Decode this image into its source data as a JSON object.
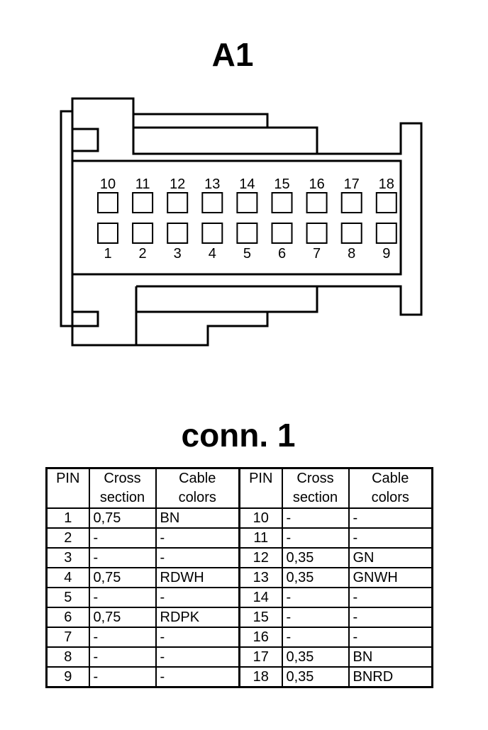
{
  "connector": {
    "title": "A1",
    "top_row_pins": [
      "10",
      "11",
      "12",
      "13",
      "14",
      "15",
      "16",
      "17",
      "18"
    ],
    "bottom_row_pins": [
      "1",
      "2",
      "3",
      "4",
      "5",
      "6",
      "7",
      "8",
      "9"
    ]
  },
  "table": {
    "title": "conn. 1",
    "headers": {
      "pin": "PIN",
      "cross_line1": "Cross",
      "cross_line2": "section",
      "cable_line1": "Cable",
      "cable_line2": "colors"
    },
    "rows": [
      {
        "pin_a": "1",
        "cross_a": "0,75",
        "color_a": "BN",
        "pin_b": "10",
        "cross_b": "-",
        "color_b": "-"
      },
      {
        "pin_a": "2",
        "cross_a": "-",
        "color_a": "-",
        "pin_b": "11",
        "cross_b": "-",
        "color_b": "-"
      },
      {
        "pin_a": "3",
        "cross_a": "-",
        "color_a": "-",
        "pin_b": "12",
        "cross_b": "0,35",
        "color_b": "GN"
      },
      {
        "pin_a": "4",
        "cross_a": "0,75",
        "color_a": "RDWH",
        "pin_b": "13",
        "cross_b": "0,35",
        "color_b": "GNWH"
      },
      {
        "pin_a": "5",
        "cross_a": "-",
        "color_a": "-",
        "pin_b": "14",
        "cross_b": "-",
        "color_b": "-"
      },
      {
        "pin_a": "6",
        "cross_a": "0,75",
        "color_a": "RDPK",
        "pin_b": "15",
        "cross_b": "-",
        "color_b": "-"
      },
      {
        "pin_a": "7",
        "cross_a": "-",
        "color_a": "-",
        "pin_b": "16",
        "cross_b": "-",
        "color_b": "-"
      },
      {
        "pin_a": "8",
        "cross_a": "-",
        "color_a": "-",
        "pin_b": "17",
        "cross_b": "0,35",
        "color_b": "BN"
      },
      {
        "pin_a": "9",
        "cross_a": "-",
        "color_a": "-",
        "pin_b": "18",
        "cross_b": "0,35",
        "color_b": "BNRD"
      }
    ]
  }
}
